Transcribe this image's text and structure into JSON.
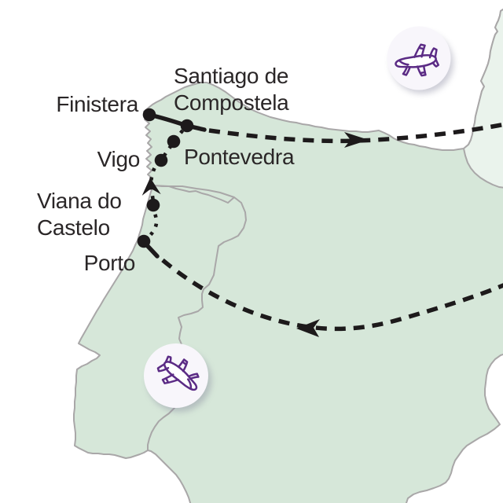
{
  "map": {
    "cities": {
      "santiago": {
        "lines": [
          "Santiago de",
          "Compostela"
        ]
      },
      "finistera": {
        "label": "Finistera"
      },
      "pontevedra": {
        "label": "Pontevedra"
      },
      "vigo": {
        "label": "Vigo"
      },
      "viana": {
        "lines": [
          "Viana do",
          "Castelo"
        ]
      },
      "porto": {
        "label": "Porto"
      }
    },
    "icons": {
      "airplane_badge_top": "airplane-icon",
      "airplane_badge_bottom": "airplane-icon",
      "route_direction_arrow": "chevron-up-arrow",
      "flight_arrow_outbound": "arrow-right",
      "flight_arrow_inbound": "arrow-left"
    },
    "colors": {
      "land": "#d6e7d9",
      "land_light": "#eaf3ec",
      "coast": "#a9a7a8",
      "ocean": "#ffffff",
      "route": "#1d1a1b",
      "plane": "#5b2b85",
      "badge_bg": "#f8f6fb",
      "text": "#2a2627"
    }
  }
}
